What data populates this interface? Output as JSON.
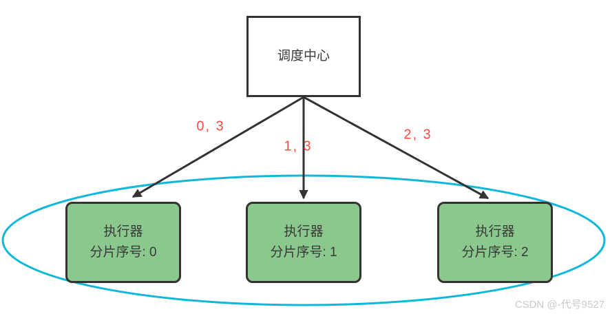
{
  "diagram": {
    "scheduler": {
      "label": "调度中心"
    },
    "edges": [
      {
        "label": "0, 3",
        "from": "scheduler",
        "to": "executor-0"
      },
      {
        "label": "1, 3",
        "from": "scheduler",
        "to": "executor-1"
      },
      {
        "label": "2, 3",
        "from": "scheduler",
        "to": "executor-2"
      }
    ],
    "executors": [
      {
        "line1": "执行器",
        "line2": "分片序号: 0"
      },
      {
        "line1": "执行器",
        "line2": "分片序号: 1"
      },
      {
        "line1": "执行器",
        "line2": "分片序号: 2"
      }
    ],
    "colors": {
      "executor_fill": "#8bc88d",
      "node_border": "#333333",
      "arrow": "#333333",
      "cluster_ellipse": "#0fb8d9",
      "edge_label": "#fa4a42",
      "watermark": "#c9c9c9"
    },
    "watermark": "CSDN @-代号9527"
  }
}
